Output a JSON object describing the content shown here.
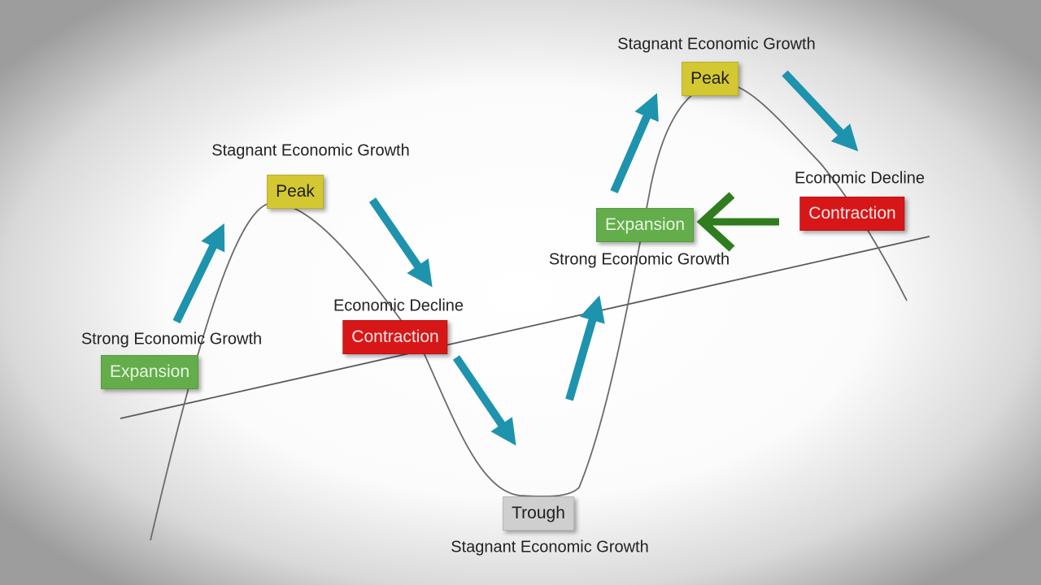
{
  "labels": {
    "stagnant_growth": "Stagnant Economic Growth",
    "strong_growth": "Strong Economic Growth",
    "decline": "Economic Decline"
  },
  "stages": {
    "peak": "Peak",
    "expansion": "Expansion",
    "contraction": "Contraction",
    "trough": "Trough"
  },
  "colors": {
    "peak": "#d3c832",
    "expansion": "#63ad4b",
    "contraction": "#d71618",
    "trough": "#cfcfcf",
    "arrow": "#1e93ad",
    "pointer_arrow": "#2f7d1e",
    "curve": "#6b6b6b"
  },
  "icons": {
    "flow": "arrow-icon",
    "pointer": "left-arrow-icon"
  }
}
